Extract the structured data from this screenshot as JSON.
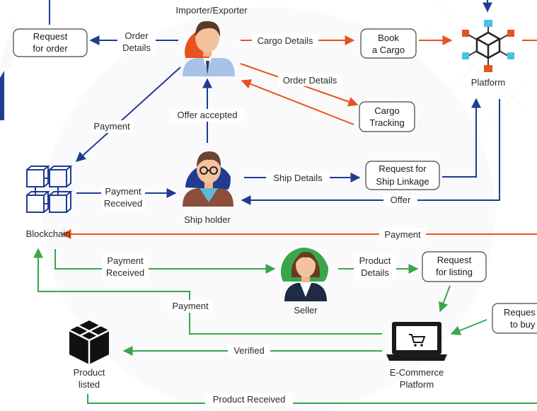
{
  "colors": {
    "blue": "#1f3c8f",
    "orange": "#e8521e",
    "green": "#3aa64a",
    "box_border": "#444444",
    "text": "#2a2a2a"
  },
  "nodes": {
    "importer": {
      "label": "Importer/Exporter",
      "icon": "importer-exporter-avatar-icon"
    },
    "platform": {
      "label": "Platform",
      "icon": "platform-network-cube-icon"
    },
    "ship_holder": {
      "label": "Ship holder",
      "icon": "ship-holder-avatar-icon"
    },
    "blockchain": {
      "label": "Blockchain",
      "icon": "blockchain-cubes-icon"
    },
    "seller": {
      "label": "Seller",
      "icon": "seller-avatar-icon"
    },
    "ecommerce": {
      "line1": "E-Commerce",
      "line2": "Platform",
      "icon": "laptop-cart-icon"
    },
    "product_listed": {
      "line1": "Product",
      "line2": "listed",
      "icon": "product-box-icon"
    }
  },
  "boxes": {
    "request_order": {
      "line1": "Request",
      "line2": "for order"
    },
    "book_cargo": {
      "line1": "Book",
      "line2": "a Cargo"
    },
    "cargo_tracking": {
      "line1": "Cargo",
      "line2": "Tracking"
    },
    "ship_linkage": {
      "line1": "Request for",
      "line2": "Ship Linkage"
    },
    "request_listing": {
      "line1": "Request",
      "line2": "for listing"
    },
    "request_buy": {
      "line1": "Reques",
      "line2": "to buy"
    }
  },
  "edges": {
    "order_details_left": {
      "line1": "Order",
      "line2": "Details"
    },
    "cargo_details": "Cargo Details",
    "order_details_right": "Order Details",
    "payment_importer": "Payment",
    "offer_accepted": "Offer accepted",
    "payment_received_ship": {
      "line1": "Payment",
      "line2": "Received"
    },
    "ship_details": "Ship Details",
    "offer": "Offer",
    "payment_long": "Payment",
    "payment_received_seller": {
      "line1": "Payment",
      "line2": "Received"
    },
    "product_details": {
      "line1": "Product",
      "line2": "Details"
    },
    "payment_ecom": "Payment",
    "verified": "Verified",
    "product_received": "Product Received"
  }
}
